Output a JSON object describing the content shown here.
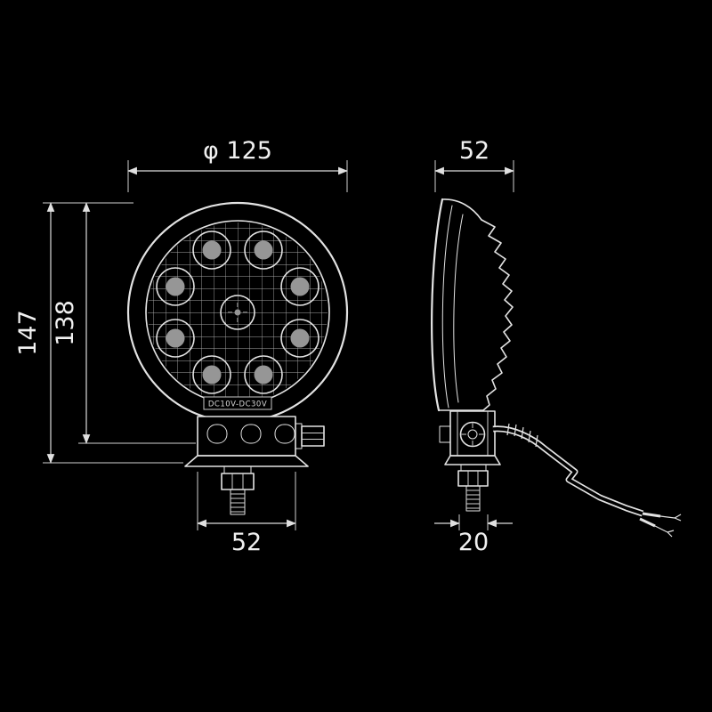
{
  "title": "LED work light dimensional drawing",
  "colors": {
    "background": "#000000",
    "line": "#e3e3e3"
  },
  "front_view": {
    "diameter_label": "φ 125",
    "lens_label": "DC10V-DC30V",
    "bracket_width_label": "52",
    "led_count": 9
  },
  "side_view": {
    "depth_label": "52",
    "bracket_width_label": "20"
  },
  "heights": {
    "overall_label": "147",
    "body_label": "138"
  }
}
